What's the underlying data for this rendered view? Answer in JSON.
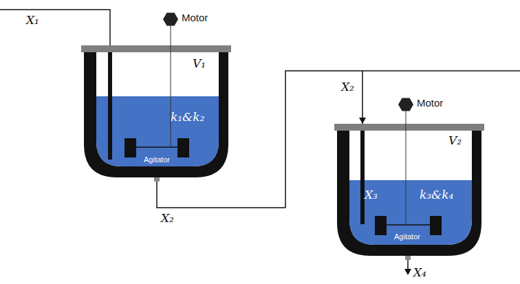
{
  "diagram": {
    "nodes": [
      {
        "text": [
          "V₁",
          "k₁&k₂"
        ]
      },
      {
        "text": [
          "Agitator"
        ],
        "in": 0
      },
      {
        "text": [
          "V₂",
          "X₃",
          "k₃&k₄"
        ]
      },
      {
        "text": [
          "Agitator"
        ],
        "in": 2
      }
    ],
    "edges": [
      {
        "from": 0,
        "to": 2,
        "arrow": "to",
        "label": "X₂"
      }
    ],
    "labels": [
      "X₁",
      "Motor",
      "Motor",
      "X₂",
      "X₄"
    ]
  }
}
